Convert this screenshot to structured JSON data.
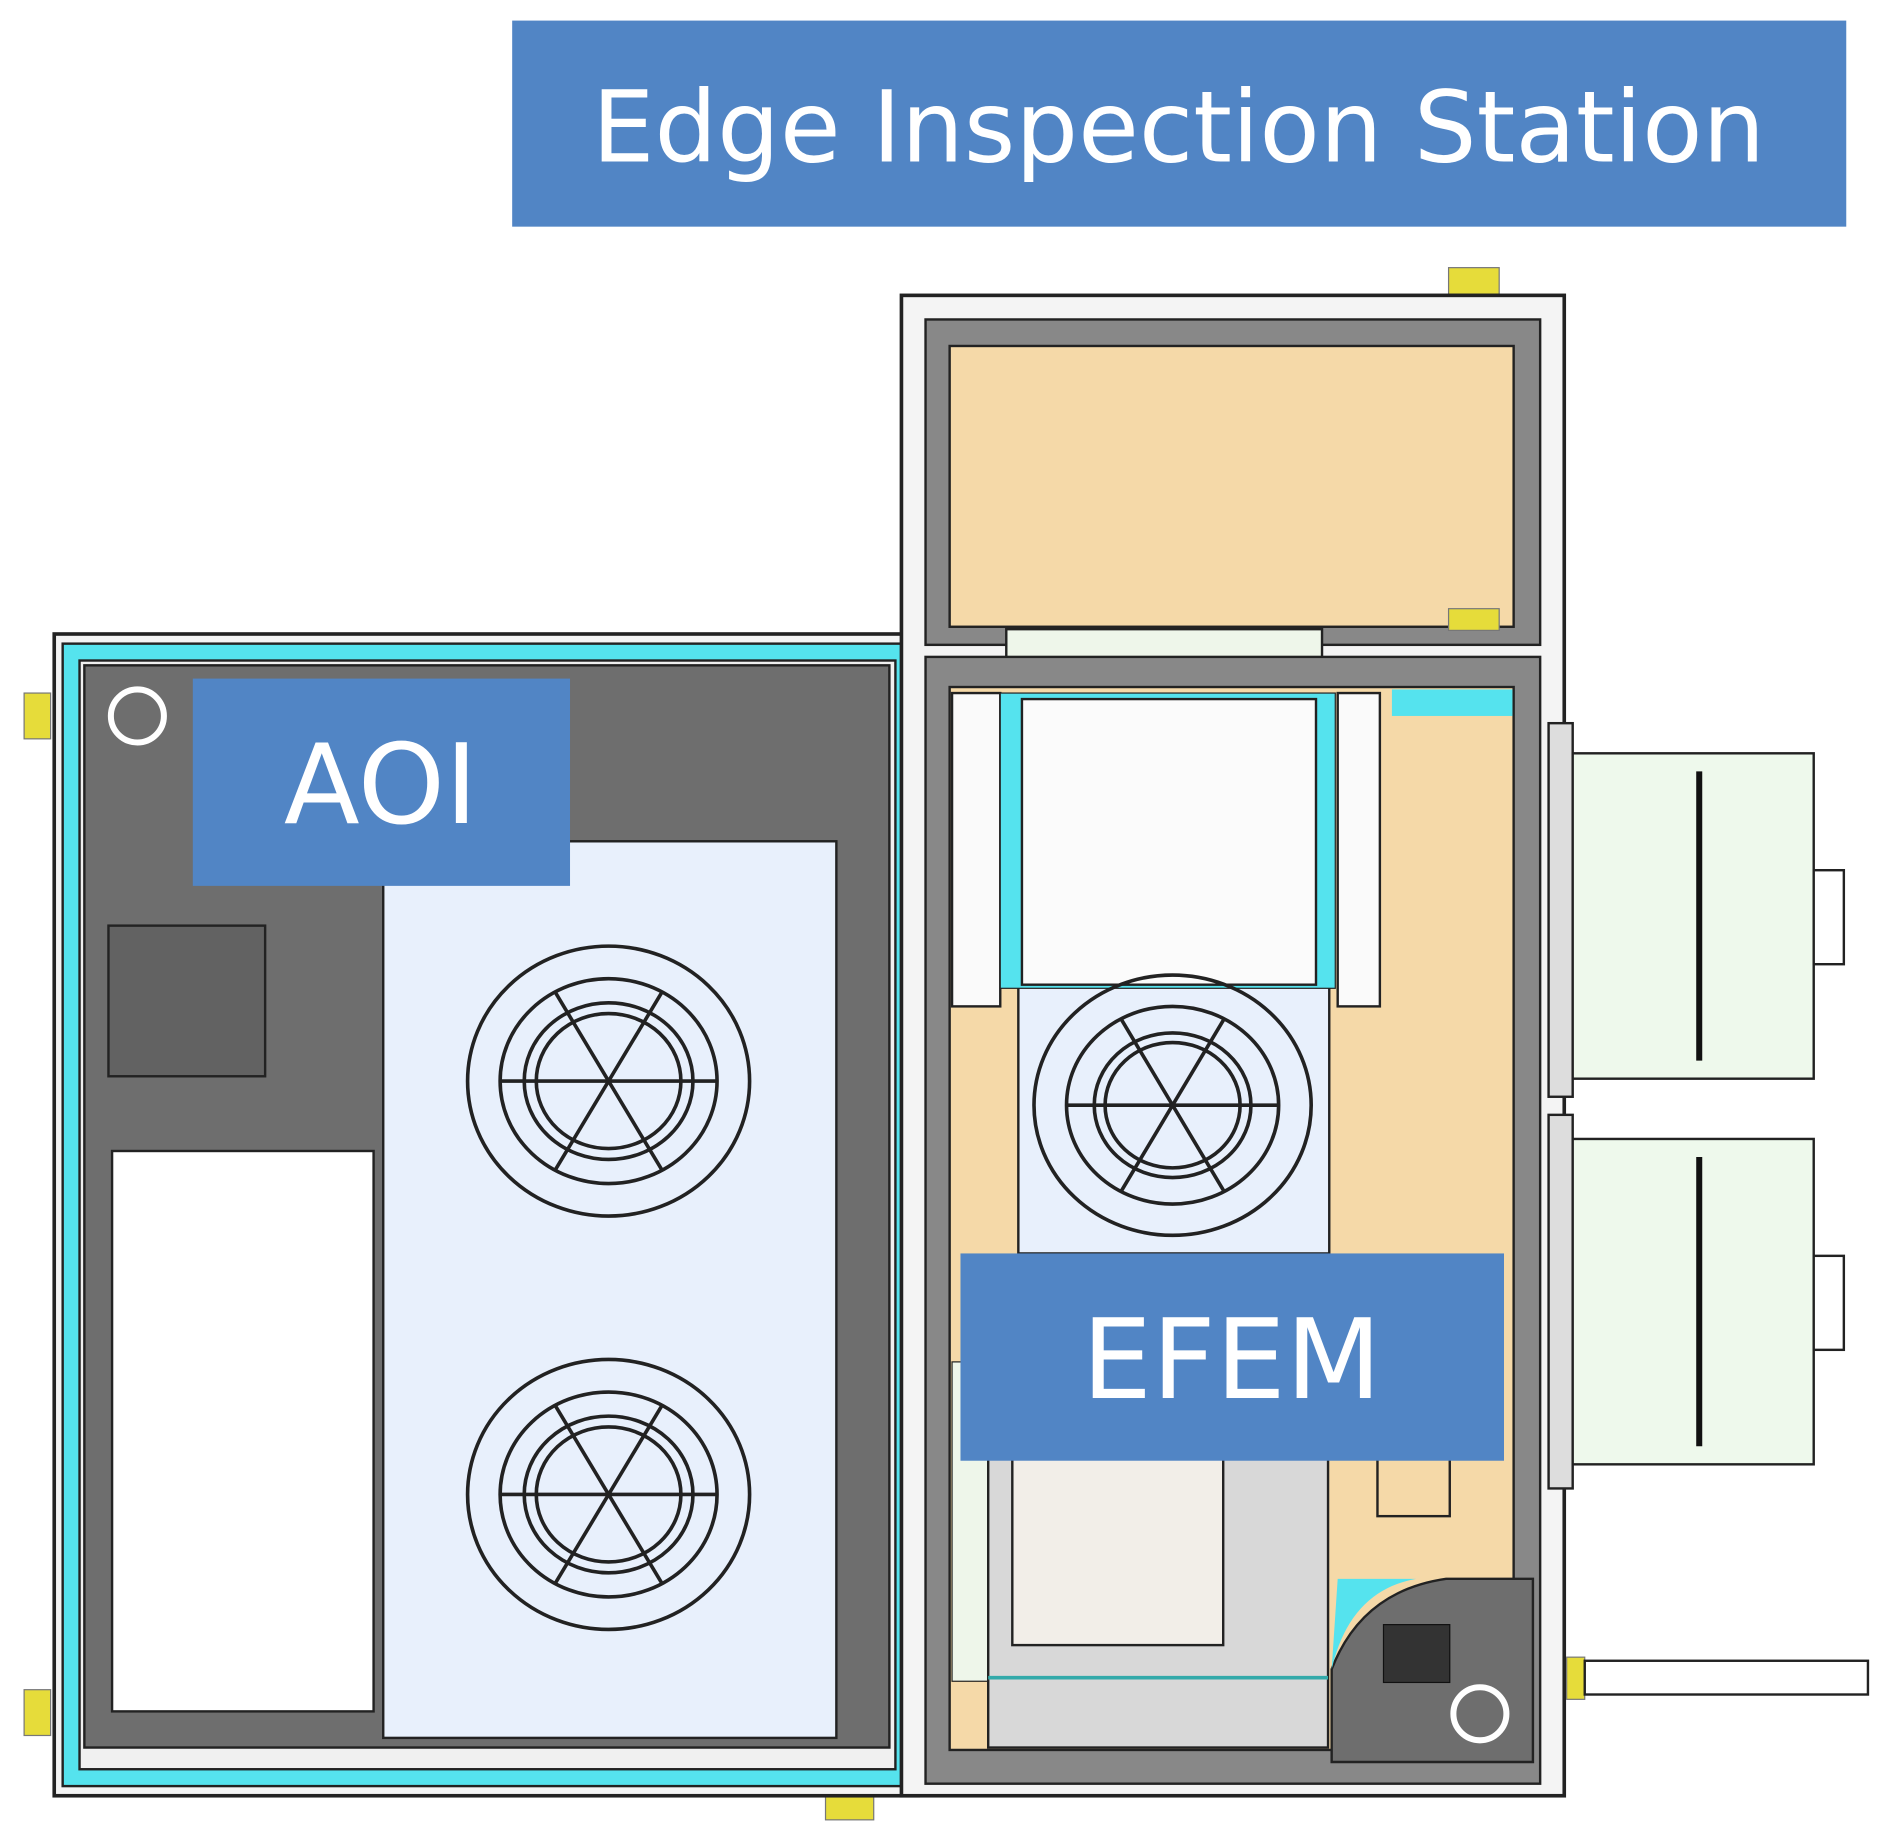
{
  "title": "Edge Inspection Station",
  "modules": {
    "aoi": {
      "label": "AOI"
    },
    "efem": {
      "label": "EFEM"
    }
  },
  "colors": {
    "label_bg": "#5185C5",
    "frame_cyan": "#55E3EE",
    "aoi_interior": "#6E6E6E",
    "panel_light_blue": "#E8F0FC",
    "efem_tan": "#F5D9A8",
    "load_port_green": "#EEF9EC",
    "knob_yellow": "#E6DC3A"
  }
}
